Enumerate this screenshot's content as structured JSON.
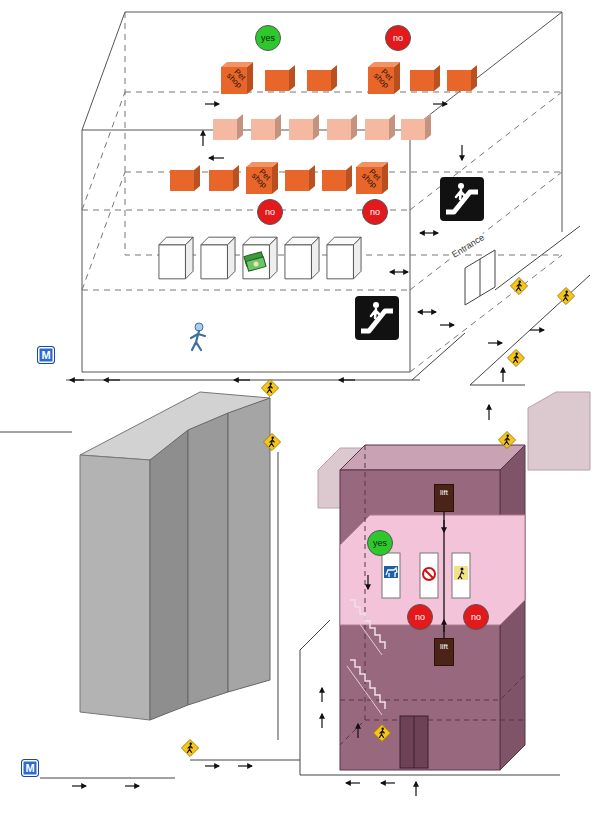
{
  "diagram": {
    "nodes": [
      {
        "text": [
          "yes"
        ]
      },
      {
        "text": [
          "no"
        ]
      },
      {
        "text": [
          "Pet shop"
        ]
      },
      {
        "text": [
          "Pet shop"
        ]
      },
      {
        "text": [
          "Pet shop"
        ]
      },
      {
        "text": [
          "Pet shop"
        ]
      },
      {
        "text": [
          "no"
        ]
      },
      {
        "text": [
          "no"
        ]
      },
      {
        "text": [
          "M"
        ]
      },
      {
        "text": [
          "lift"
        ]
      },
      {
        "text": [
          "yes"
        ]
      },
      {
        "text": [
          "no"
        ]
      },
      {
        "text": [
          "no"
        ]
      },
      {
        "text": [
          "lift"
        ]
      },
      {
        "text": [
          "M"
        ]
      }
    ],
    "edges": [
      {
        "from": 9,
        "to": 13,
        "arrow": "none"
      }
    ],
    "labels": [
      "Entrance"
    ]
  }
}
